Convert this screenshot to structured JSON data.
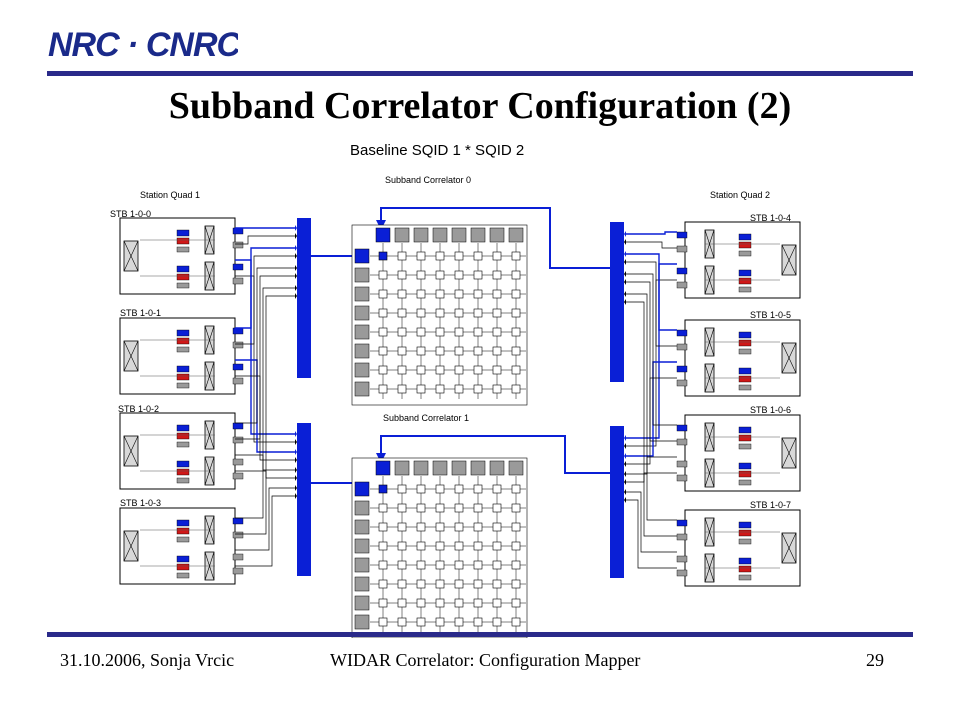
{
  "logo": {
    "text": "NRC · CNRC"
  },
  "slide": {
    "title": "Subband Correlator Configuration (2)"
  },
  "diagram": {
    "baseline_label": "Baseline SQID 1 * SQID 2",
    "quad_left": "Station Quad 1",
    "quad_right": "Station Quad 2",
    "correlator_top": "Subband Correlator 0",
    "correlator_bottom": "Subband Correlator 1",
    "stb_left": [
      "STB 1-0-0",
      "STB 1-0-1",
      "STB 1-0-2",
      "STB 1-0-3"
    ],
    "stb_right": [
      "STB 1-0-4",
      "STB 1-0-5",
      "STB 1-0-6",
      "STB 1-0-7"
    ]
  },
  "footer": {
    "date_author": "31.10.2006, Sonja Vrcic",
    "center": "WIDAR Correlator: Configuration Mapper",
    "page": "29"
  },
  "colors": {
    "blue": "#0a1fd6",
    "red": "#d01818",
    "gray": "#9a9a9a",
    "rule": "#2a2a8a"
  }
}
